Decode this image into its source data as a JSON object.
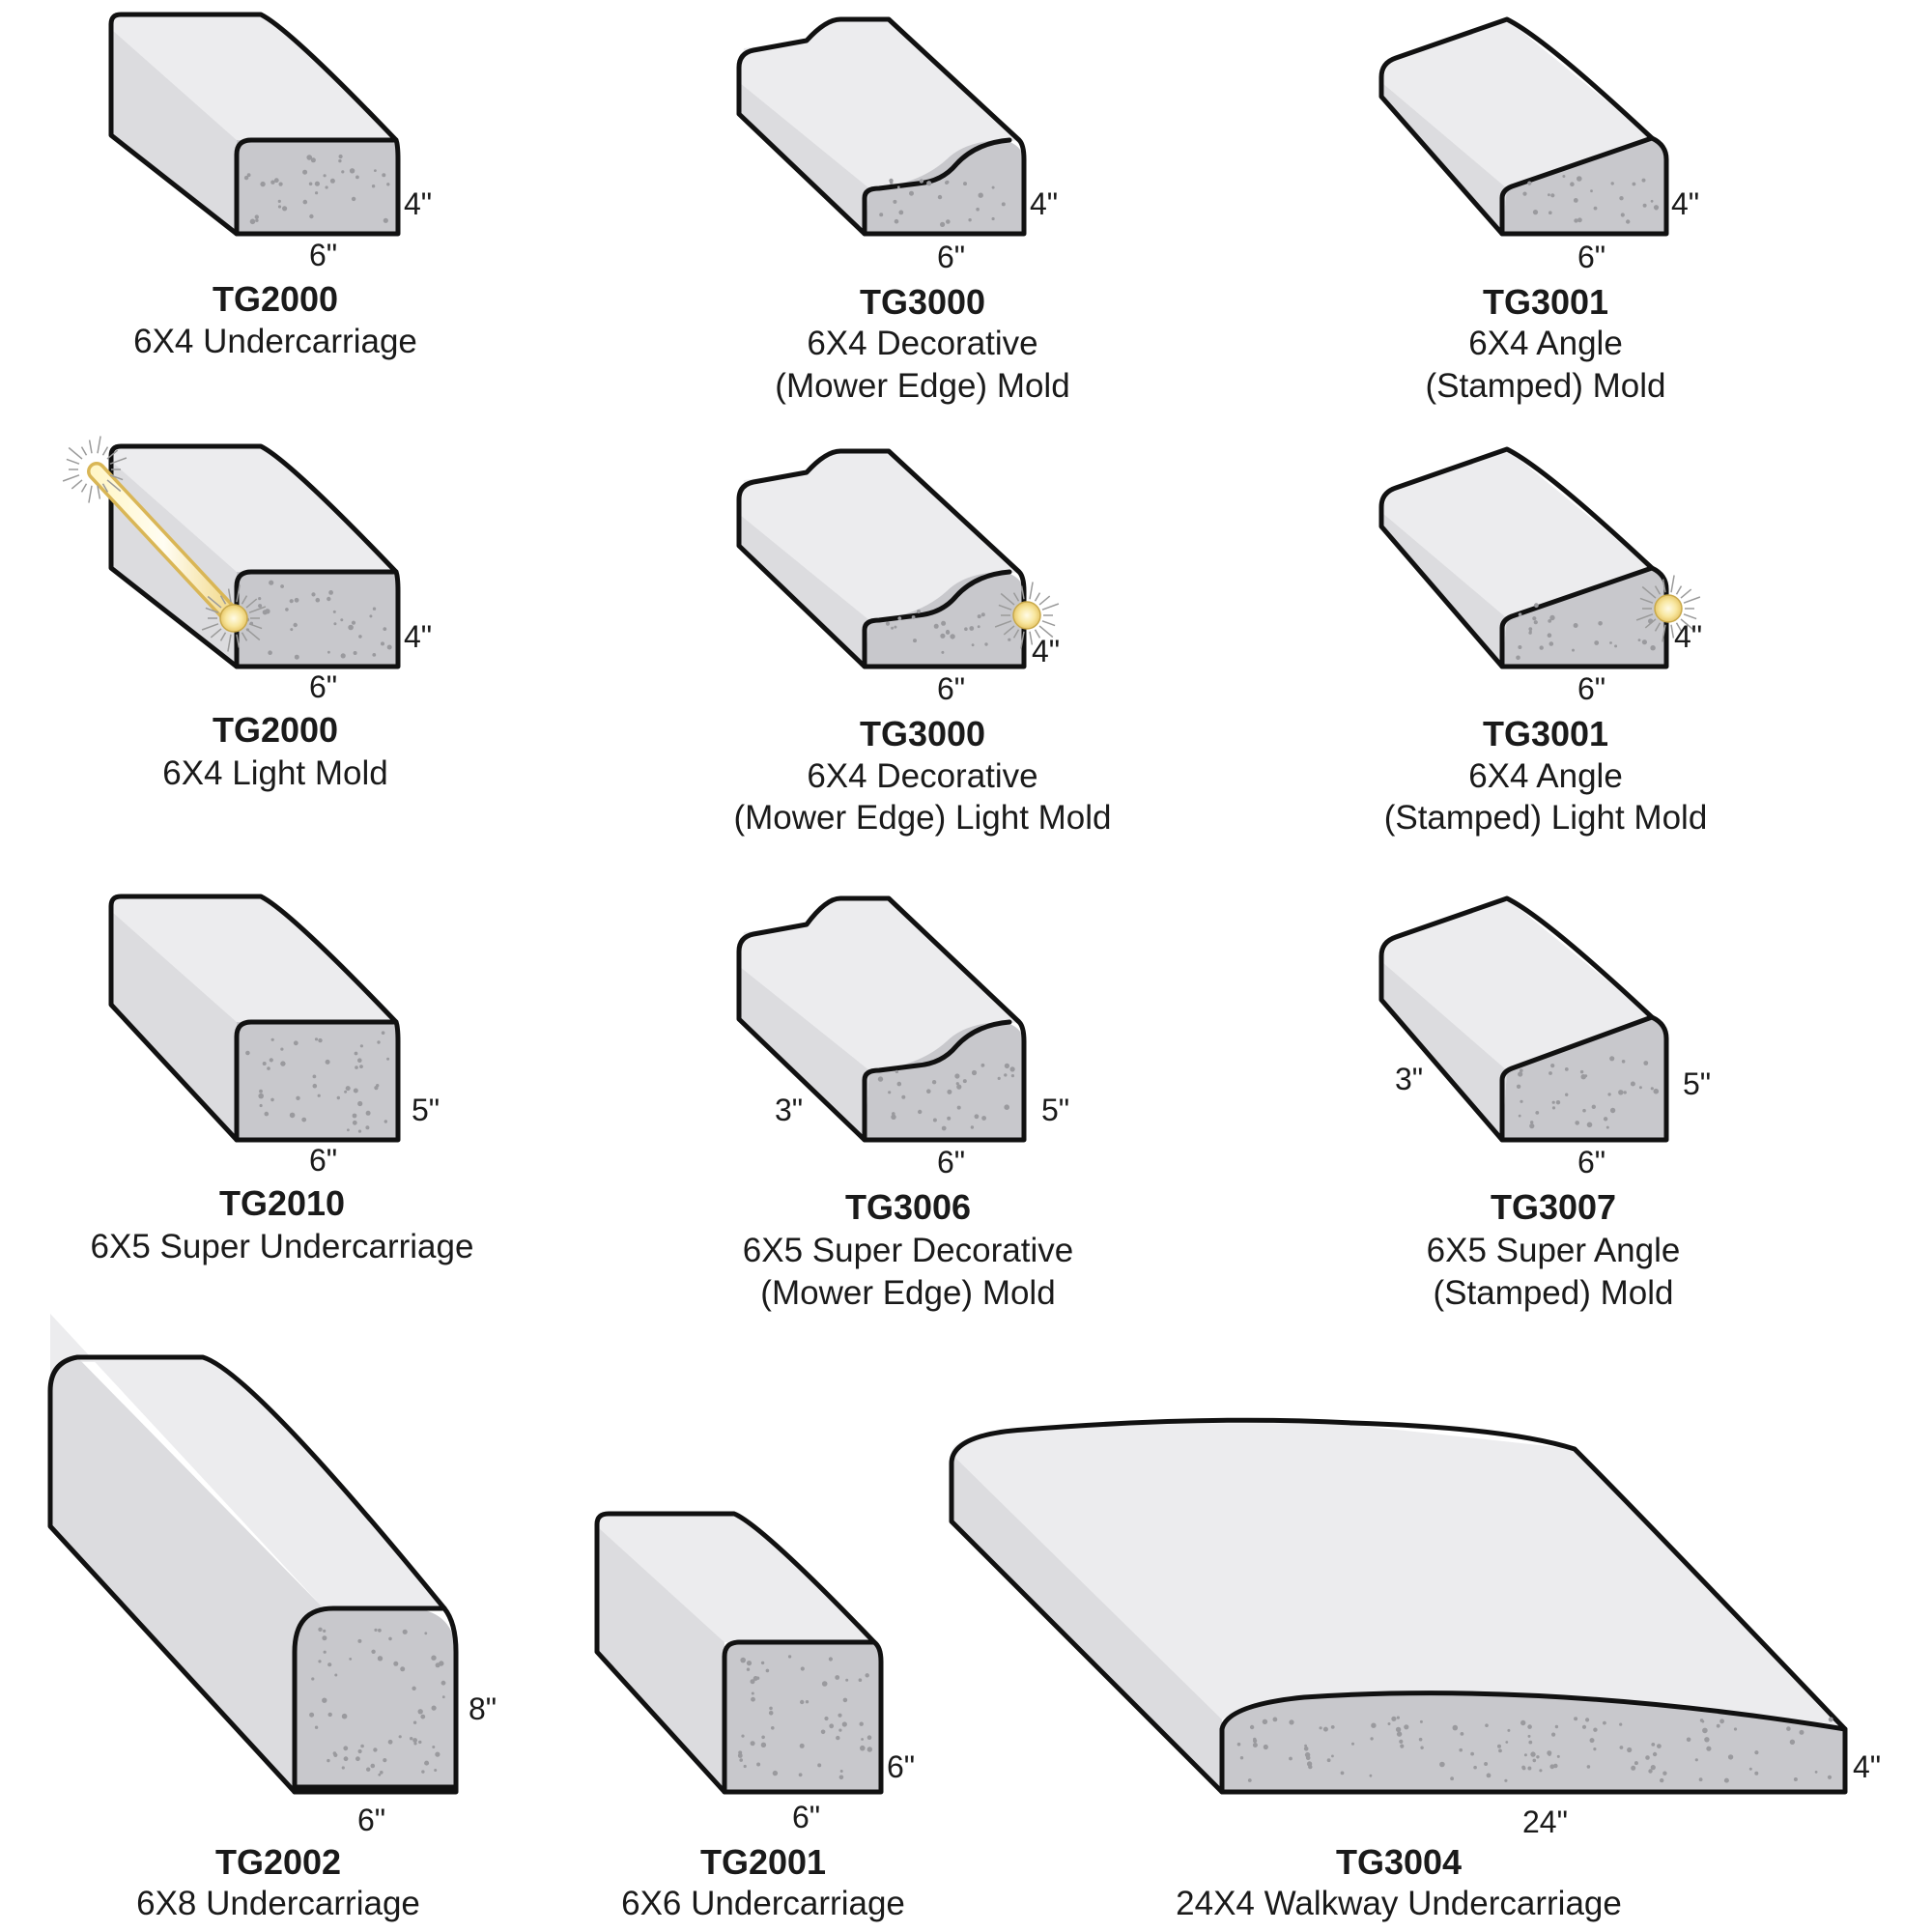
{
  "products": [
    {
      "id": "p1",
      "code": "TG2000",
      "lines": [
        "6X4 Undercarriage"
      ],
      "width": "6\"",
      "height": "4\"",
      "depth": ""
    },
    {
      "id": "p2",
      "code": "TG3000",
      "lines": [
        "6X4 Decorative",
        "(Mower Edge) Mold"
      ],
      "width": "6\"",
      "height": "4\"",
      "depth": ""
    },
    {
      "id": "p3",
      "code": "TG3001",
      "lines": [
        "6X4 Angle",
        "(Stamped) Mold"
      ],
      "width": "6\"",
      "height": "4\"",
      "depth": ""
    },
    {
      "id": "p4",
      "code": "TG2000",
      "lines": [
        "6X4 Light Mold"
      ],
      "width": "6\"",
      "height": "4\"",
      "depth": ""
    },
    {
      "id": "p5",
      "code": "TG3000",
      "lines": [
        "6X4 Decorative",
        "(Mower Edge) Light Mold"
      ],
      "width": "6\"",
      "height": "4\"",
      "depth": ""
    },
    {
      "id": "p6",
      "code": "TG3001",
      "lines": [
        "6X4 Angle",
        "(Stamped) Light Mold"
      ],
      "width": "6\"",
      "height": "4\"",
      "depth": ""
    },
    {
      "id": "p7",
      "code": "TG2010",
      "lines": [
        "6X5 Super Undercarriage"
      ],
      "width": "6\"",
      "height": "5\"",
      "depth": ""
    },
    {
      "id": "p8",
      "code": "TG3006",
      "lines": [
        "6X5 Super Decorative",
        "(Mower Edge) Mold"
      ],
      "width": "6\"",
      "height": "5\"",
      "depth": "3\""
    },
    {
      "id": "p9",
      "code": "TG3007",
      "lines": [
        "6X5 Super Angle",
        "(Stamped) Mold"
      ],
      "width": "6\"",
      "height": "5\"",
      "depth": "3\""
    },
    {
      "id": "p10",
      "code": "TG2002",
      "lines": [
        "6X8 Undercarriage"
      ],
      "width": "6\"",
      "height": "8\"",
      "depth": ""
    },
    {
      "id": "p11",
      "code": "TG2001",
      "lines": [
        "6X6 Undercarriage"
      ],
      "width": "6\"",
      "height": "6\"",
      "depth": ""
    },
    {
      "id": "p12",
      "code": "TG3004",
      "lines": [
        "24X4 Walkway Undercarriage"
      ],
      "width": "24\"",
      "height": "4\"",
      "depth": ""
    }
  ]
}
